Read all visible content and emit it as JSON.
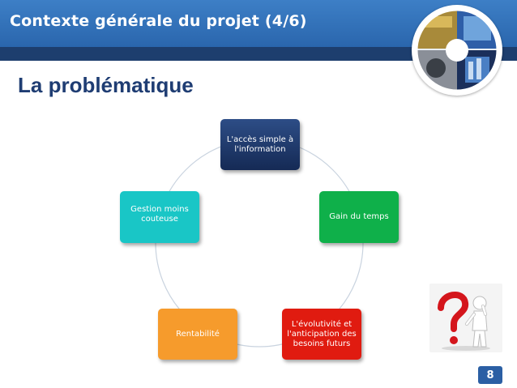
{
  "header": {
    "title": "Contexte générale du projet (4/6)"
  },
  "subtitle": "La problématique",
  "cycle": {
    "nodes": [
      {
        "label": "L'accès simple à l'information",
        "color": "#1f3a6e"
      },
      {
        "label": "Gain du temps",
        "color": "#0fb04a"
      },
      {
        "label": "L'évolutivité et l'anticipation des besoins futurs",
        "color": "#e01b10"
      },
      {
        "label": "Rentabilité",
        "color": "#f69b2c"
      },
      {
        "label": "Gestion moins couteuse",
        "color": "#19c6c6"
      }
    ]
  },
  "illustration": {
    "icon": "question-mark-figure-icon"
  },
  "logo": {
    "icon": "business-collage-logo"
  },
  "page": {
    "number": "8"
  },
  "colors": {
    "header": "#2a66ad",
    "header_strip": "#1d3e6e",
    "subtitle": "#1f3d73",
    "page_badge": "#2b5fa4"
  }
}
